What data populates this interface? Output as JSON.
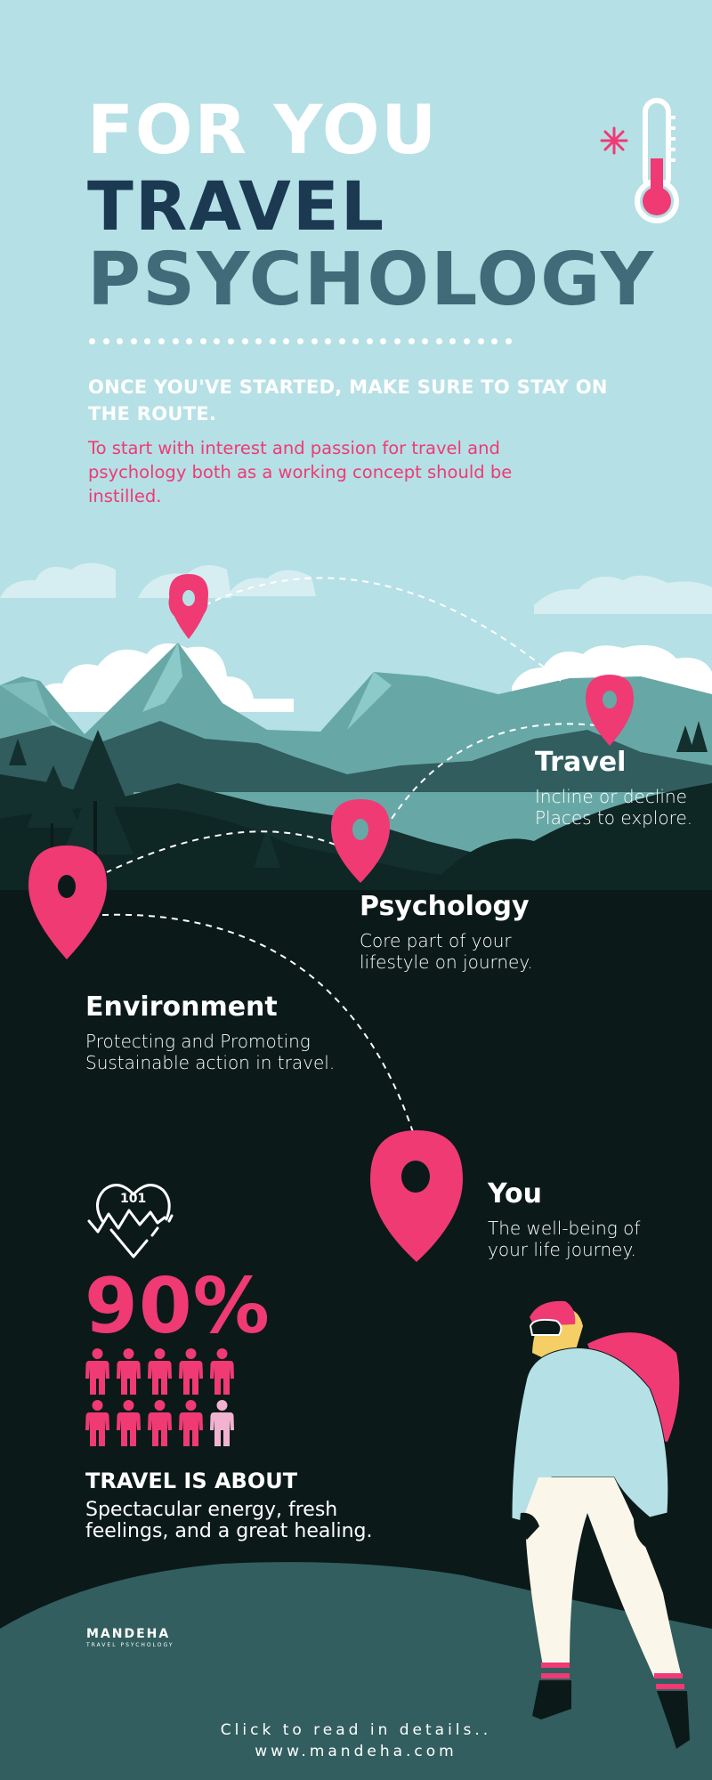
{
  "header": {
    "title_line1": "FOR YOU",
    "title_line2": "TRAVEL",
    "title_line3": "PSYCHOLOGY",
    "icon": "thermometer-snowflake-icon",
    "divider_dot_count": 31
  },
  "intro": {
    "lead": "ONCE YOU'VE STARTED, MAKE SURE TO STAY ON THE ROUTE.",
    "sub": "To start with interest and passion for travel and psychology both as a working concept should be instilled."
  },
  "route_points": [
    {
      "title": "Travel",
      "desc_line1": "Incline or decline",
      "desc_line2": "Places to explore."
    },
    {
      "title": "Psychology",
      "desc_line1": "Core part of your",
      "desc_line2": "lifestyle on journey."
    },
    {
      "title": "Environment",
      "desc_line1": "Protecting and Promoting",
      "desc_line2": "Sustainable action in travel."
    },
    {
      "title": "You",
      "desc_line1": "The well-being of",
      "desc_line2": "your life journey."
    }
  ],
  "stat": {
    "icon": "heart-pulse-icon",
    "heart_label": "101",
    "value": "90%",
    "people_total": 10,
    "people_filled": 9,
    "title": "TRAVEL IS ABOUT",
    "desc": "Spectacular energy, fresh feelings, and a great healing."
  },
  "brand": {
    "name": "MANDEHA",
    "tagline": "TRAVEL PSYCHOLOGY"
  },
  "footer": {
    "cta": "Click to read in details..",
    "url": "www.mandeha.com"
  },
  "colors": {
    "sky": "#b5e0e6",
    "accent_pink": "#ef3a74",
    "light_pink": "#f1b3d0",
    "title_dark": "#1b3a52",
    "title_slate": "#426b79",
    "night": "#0b1a19",
    "ground": "#325e5f"
  }
}
